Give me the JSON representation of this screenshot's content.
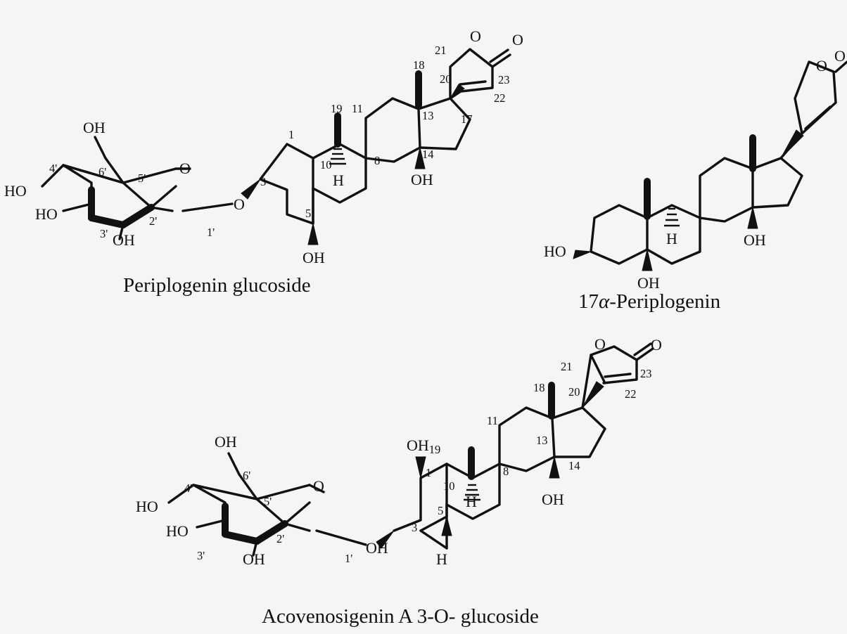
{
  "compounds": [
    {
      "name": "Periplogenin glucoside",
      "atom_labels": [
        "O",
        "O",
        "OH",
        "O",
        "HO",
        "HO",
        "OH",
        "O",
        "OH",
        "OH",
        "H"
      ],
      "position_numbers": [
        "21",
        "23",
        "20",
        "22",
        "18",
        "17",
        "19",
        "11",
        "13",
        "14",
        "1",
        "10",
        "8",
        "3",
        "5",
        "4'",
        "6'",
        "5'",
        "3'",
        "2'",
        "1'"
      ]
    },
    {
      "name_prefix": "17",
      "name_symbol": "α",
      "name_suffix": "-Periplogenin",
      "atom_labels": [
        "O",
        "O",
        "HO",
        "OH",
        "OH",
        "H"
      ]
    },
    {
      "name": "Acovenosigenin A 3-O- glucoside",
      "atom_labels": [
        "O",
        "O",
        "OH",
        "HO",
        "HO",
        "OH",
        "O",
        "OH",
        "OH",
        "H",
        "H"
      ],
      "oh19_label": "OH",
      "oh19_num": "19",
      "position_numbers": [
        "21",
        "23",
        "20",
        "22",
        "18",
        "11",
        "13",
        "14",
        "1",
        "10",
        "8",
        "3",
        "5",
        "4'",
        "6'",
        "5'",
        "3'",
        "2'",
        "1'"
      ]
    }
  ]
}
